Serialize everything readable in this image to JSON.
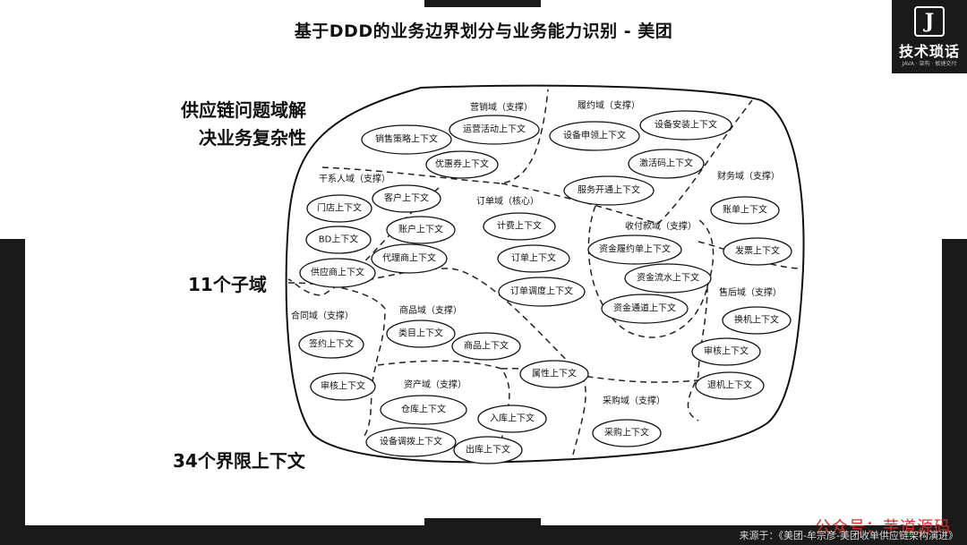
{
  "title": "基于DDD的业务边界划分与业务能力识别 - 美团",
  "logo": {
    "letter": "J",
    "name": "技术琐话",
    "sub": "JAVA · 架构 · 敏捷交付"
  },
  "side_notes": {
    "line1": "供应链问题域解",
    "line2": "决业务复杂性",
    "subdomains": "11个子域",
    "contexts": "34个界限上下文"
  },
  "domains": {
    "marketing": "营销域（支撑）",
    "fulfillment": "履约域（支撑）",
    "relations": "干系人域（支撑）",
    "order": "订单域（核心）",
    "finance": "财务域（支撑）",
    "payment": "收付款域（支撑）",
    "aftersale": "售后域（支撑）",
    "contract": "合同域（支撑）",
    "product": "商品域（支撑）",
    "asset": "资产域（支撑）",
    "purchase": "采购域（支撑）"
  },
  "contexts": {
    "sales_strategy": "销售策略上下文",
    "ops_activity": "运营活动上下文",
    "coupon": "优惠券上下文",
    "device_apply": "设备申领上下文",
    "device_install": "设备安装上下文",
    "activation_code": "激活码上下文",
    "service_open": "服务开通上下文",
    "customer": "客户上下文",
    "store": "门店上下文",
    "account": "账户上下文",
    "bd": "BD上下文",
    "agent": "代理商上下文",
    "supplier": "供应商上下文",
    "billing": "计费上下文",
    "order": "订单上下文",
    "order_dispatch": "订单调度上下文",
    "bill": "账单上下文",
    "invoice": "发票上下文",
    "fund_contract": "资金履约单上下文",
    "fund_flow": "资金流水上下文",
    "fund_channel": "资金通道上下文",
    "exchange": "换机上下文",
    "audit_after": "审核上下文",
    "return": "退机上下文",
    "sign": "签约上下文",
    "audit_contract": "审核上下文",
    "category": "类目上下文",
    "product": "商品上下文",
    "attribute": "属性上下文",
    "warehouse": "仓库上下文",
    "inbound": "入库上下文",
    "transfer": "设备调拨上下文",
    "outbound": "出库上下文",
    "purchase": "采购上下文"
  },
  "footer": "来源于：《美团-牟宗彦-美团收单供应链架构演进》",
  "watermark": "公众号：芋道源码"
}
